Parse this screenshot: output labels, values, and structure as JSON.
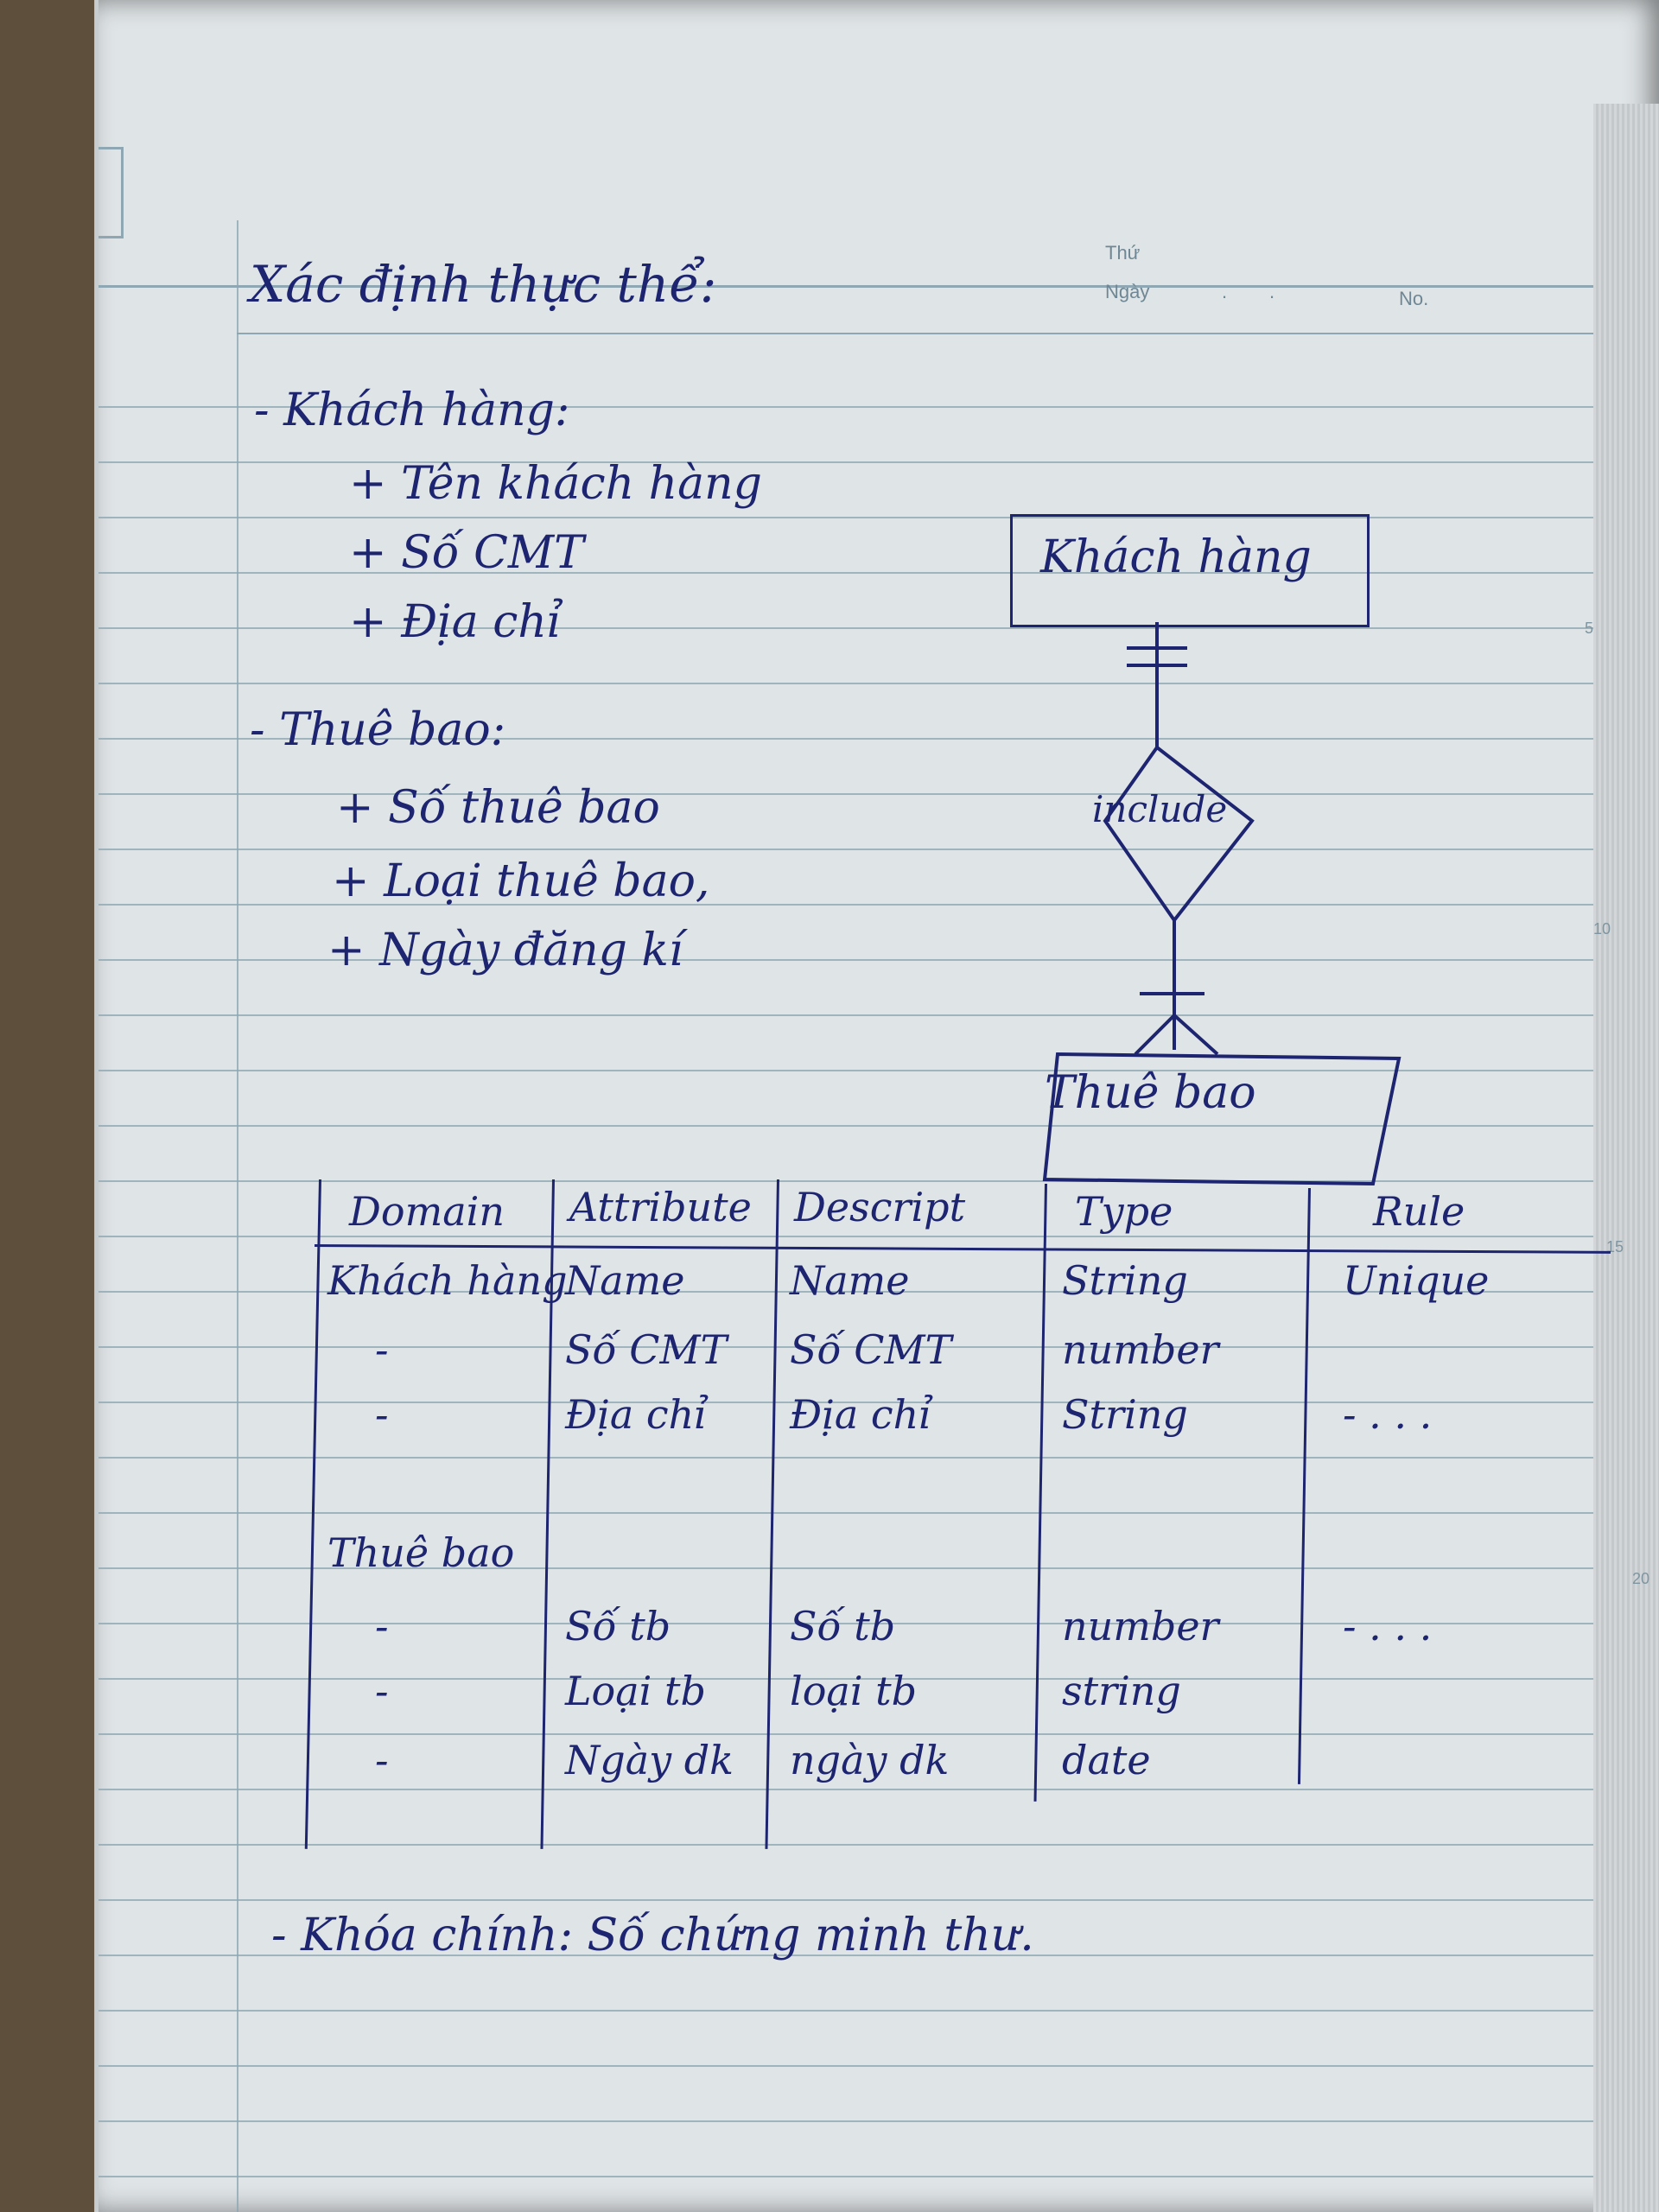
{
  "header": {
    "thu_label": "Thứ",
    "ngay_label": "Ngày",
    "no_label": "No."
  },
  "margin_numbers": [
    "5",
    "10",
    "15",
    "20"
  ],
  "notes": {
    "title": "Xác định thực thể:",
    "entities": [
      {
        "name": "- Khách hàng:",
        "attributes": [
          "+ Tên khách hàng",
          "+ Số CMT",
          "+ Địa chỉ"
        ]
      },
      {
        "name": "- Thuê bao:",
        "attributes": [
          "+ Số thuê bao",
          "+ Loại thuê bao,",
          "+ Ngày đăng kí"
        ]
      }
    ]
  },
  "diagram": {
    "entity_top": "Khách hàng",
    "relationship": "include",
    "entity_bottom": "Thuê bao"
  },
  "table": {
    "headers": [
      "Domain",
      "Attribute",
      "Descript",
      "Type",
      "Rule"
    ],
    "rows": [
      {
        "domain": "Khách hàng",
        "attribute": "Name",
        "descript": "Name",
        "type": "String",
        "rule": "Unique"
      },
      {
        "domain": "-",
        "attribute": "Số CMT",
        "descript": "Số CMT",
        "type": "number",
        "rule": ""
      },
      {
        "domain": "-",
        "attribute": "Địa chỉ",
        "descript": "Địa chỉ",
        "type": "String",
        "rule": "- . . ."
      },
      {
        "domain": "Thuê bao",
        "attribute": "",
        "descript": "",
        "type": "",
        "rule": ""
      },
      {
        "domain": "-",
        "attribute": "Số tb",
        "descript": "Số tb",
        "type": "number",
        "rule": "- . . ."
      },
      {
        "domain": "-",
        "attribute": "Loại tb",
        "descript": "loại tb",
        "type": "string",
        "rule": ""
      },
      {
        "domain": "-",
        "attribute": "Ngày dk",
        "descript": "ngày dk",
        "type": "date",
        "rule": ""
      }
    ]
  },
  "footer_note": "- Khóa chính: Số chứng minh thư.",
  "colors": {
    "ink": "#1d2470",
    "paper": "#dfe4e6",
    "rule": "#8fa7b3"
  }
}
